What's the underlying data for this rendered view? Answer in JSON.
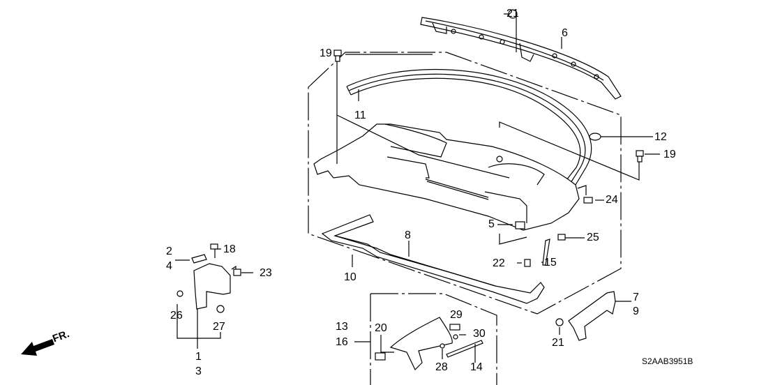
{
  "diagram": {
    "type": "exploded parts diagram",
    "front_indicator": "FR.",
    "drawing_code": "S2AAB3951B",
    "line_color": "#000000",
    "background": "#ffffff",
    "callouts": {
      "c1": "1",
      "c2": "2",
      "c3": "3",
      "c4": "4",
      "c5": "5",
      "c6": "6",
      "c7": "7",
      "c8": "8",
      "c9": "9",
      "c10": "10",
      "c11": "11",
      "c12": "12",
      "c13": "13",
      "c14": "14",
      "c15": "15",
      "c16": "16",
      "c18": "18",
      "c19a": "19",
      "c19b": "19",
      "c20": "20",
      "c21a": "21",
      "c21b": "21",
      "c22": "22",
      "c23": "23",
      "c24": "24",
      "c25": "25",
      "c26": "26",
      "c27": "27",
      "c28": "28",
      "c29": "29",
      "c30": "30"
    }
  }
}
